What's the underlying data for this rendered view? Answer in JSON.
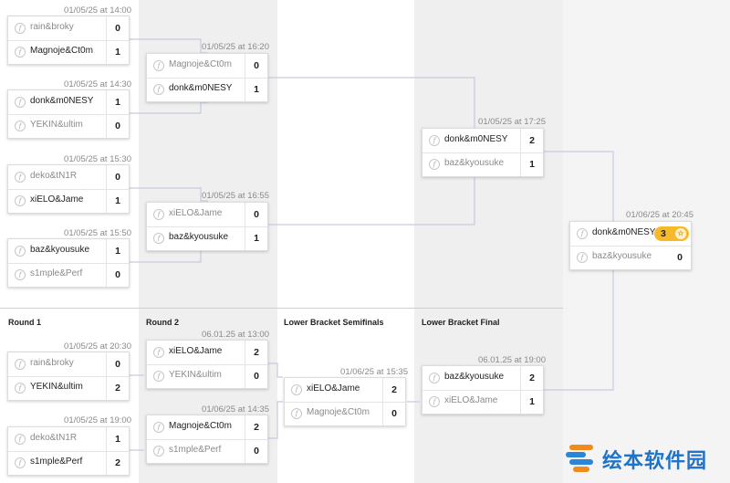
{
  "rounds": {
    "r1": "Round 1",
    "r2": "Round 2",
    "lbs": "Lower Bracket Semifinals",
    "lbf": "Lower Bracket Final"
  },
  "matches": {
    "u1": {
      "time": "01/05/25 at 14:00",
      "a": {
        "name": "rain&broky",
        "score": "0"
      },
      "b": {
        "name": "Magnoje&Ct0m",
        "score": "1"
      }
    },
    "u2": {
      "time": "01/05/25 at 14:30",
      "a": {
        "name": "donk&m0NESY",
        "score": "1"
      },
      "b": {
        "name": "YEKIN&ultim",
        "score": "0"
      }
    },
    "u3": {
      "time": "01/05/25 at 15:30",
      "a": {
        "name": "deko&tN1R",
        "score": "0"
      },
      "b": {
        "name": "xiELO&Jame",
        "score": "1"
      }
    },
    "u4": {
      "time": "01/05/25 at 15:50",
      "a": {
        "name": "baz&kyousuke",
        "score": "1"
      },
      "b": {
        "name": "s1mple&Perf",
        "score": "0"
      }
    },
    "u5": {
      "time": "01/05/25 at 16:20",
      "a": {
        "name": "Magnoje&Ct0m",
        "score": "0"
      },
      "b": {
        "name": "donk&m0NESY",
        "score": "1"
      }
    },
    "u6": {
      "time": "01/05/25 at 16:55",
      "a": {
        "name": "xiELO&Jame",
        "score": "0"
      },
      "b": {
        "name": "baz&kyousuke",
        "score": "1"
      }
    },
    "u7": {
      "time": "01/05/25 at 17:25",
      "a": {
        "name": "donk&m0NESY",
        "score": "2"
      },
      "b": {
        "name": "baz&kyousuke",
        "score": "1"
      }
    },
    "gf": {
      "time": "01/06/25 at 20:45",
      "a": {
        "name": "donk&m0NESY",
        "score": "3"
      },
      "b": {
        "name": "baz&kyousuke",
        "score": "0"
      }
    },
    "l1": {
      "time": "01/05/25 at 20:30",
      "a": {
        "name": "rain&broky",
        "score": "0"
      },
      "b": {
        "name": "YEKIN&ultim",
        "score": "2"
      }
    },
    "l2": {
      "time": "01/05/25 at 19:00",
      "a": {
        "name": "deko&tN1R",
        "score": "1"
      },
      "b": {
        "name": "s1mple&Perf",
        "score": "2"
      }
    },
    "l3": {
      "time": "06.01.25 at 13:00",
      "a": {
        "name": "xiELO&Jame",
        "score": "2"
      },
      "b": {
        "name": "YEKIN&ultim",
        "score": "0"
      }
    },
    "l4": {
      "time": "01/06/25 at 14:35",
      "a": {
        "name": "Magnoje&Ct0m",
        "score": "2"
      },
      "b": {
        "name": "s1mple&Perf",
        "score": "0"
      }
    },
    "l5": {
      "time": "01/06/25 at 15:35",
      "a": {
        "name": "xiELO&Jame",
        "score": "2"
      },
      "b": {
        "name": "Magnoje&Ct0m",
        "score": "0"
      }
    },
    "l6": {
      "time": "06.01.25 at 19:00",
      "a": {
        "name": "baz&kyousuke",
        "score": "2"
      },
      "b": {
        "name": "xiELO&Jame",
        "score": "1"
      }
    }
  },
  "icons": {
    "team": "team-logo-icon",
    "trophy": "trophy-icon"
  },
  "colors": {
    "connector": "#c6cbe0",
    "badge": "#f6b928",
    "shade": "#efefef",
    "logo": "#1f73c8"
  },
  "watermark": {
    "text": "绘本软件园"
  }
}
